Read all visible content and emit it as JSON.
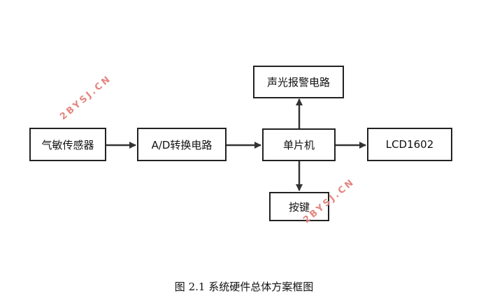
{
  "nodes": {
    "gas_sensor": "气敏传感器",
    "ad_converter": "A/D转换电路",
    "mcu": "单片机",
    "alarm": "声光报警电路",
    "lcd": "LCD1602",
    "keys": "按键"
  },
  "caption": "图 2.1  系统硬件总体方案框图",
  "watermark": "2BYSJ.CN",
  "colors": {
    "box_border": "#222222",
    "arrow": "#333333",
    "watermark": "#e2867f"
  }
}
